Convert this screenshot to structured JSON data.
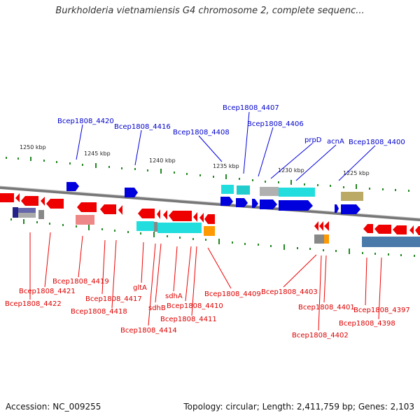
{
  "title": "Burkholderia vietnamiensis G4 chromosome 2, complete sequenc...",
  "footer": {
    "accession": "Accession: NC_009255",
    "summary": "Topology: circular; Length: 2,411,759 bp; Genes: 2,103"
  },
  "scale_labels": [
    "1250 kbp",
    "1245 kbp",
    "1240 kbp",
    "1235 kbp",
    "1230 kbp",
    "1225 kbp"
  ],
  "top_labels": [
    "Bcep1808_4420",
    "Bcep1808_4416",
    "Bcep1808_4408",
    "Bcep1808_4407",
    "Bcep1808_4406",
    "prpD",
    "acnA",
    "Bcep1808_4400"
  ],
  "bottom_labels": [
    "Bcep1808_4419",
    "Bcep1808_4421",
    "Bcep1808_4422",
    "Bcep1808_4417",
    "Bcep1808_4418",
    "gltA",
    "sdhA",
    "sdhB",
    "Bcep1808_4410",
    "Bcep1808_4411",
    "Bcep1808_4414",
    "Bcep1808_4409",
    "Bcep1808_4403",
    "Bcep1808_4401",
    "Bcep1808_4402",
    "Bcep1808_4397",
    "Bcep1808_4398"
  ],
  "colors": {
    "forward_cds": "#0000dd",
    "reverse_cds": "#ee0000",
    "backbone": "#888888",
    "tick": "#228822",
    "cyan": "#22dddd",
    "gray": "#aaaaaa",
    "orange": "#ff9900",
    "steelblue": "#4a7aaa",
    "khaki": "#bbaa66",
    "pink": "#ee8888",
    "navy": "#222288"
  }
}
